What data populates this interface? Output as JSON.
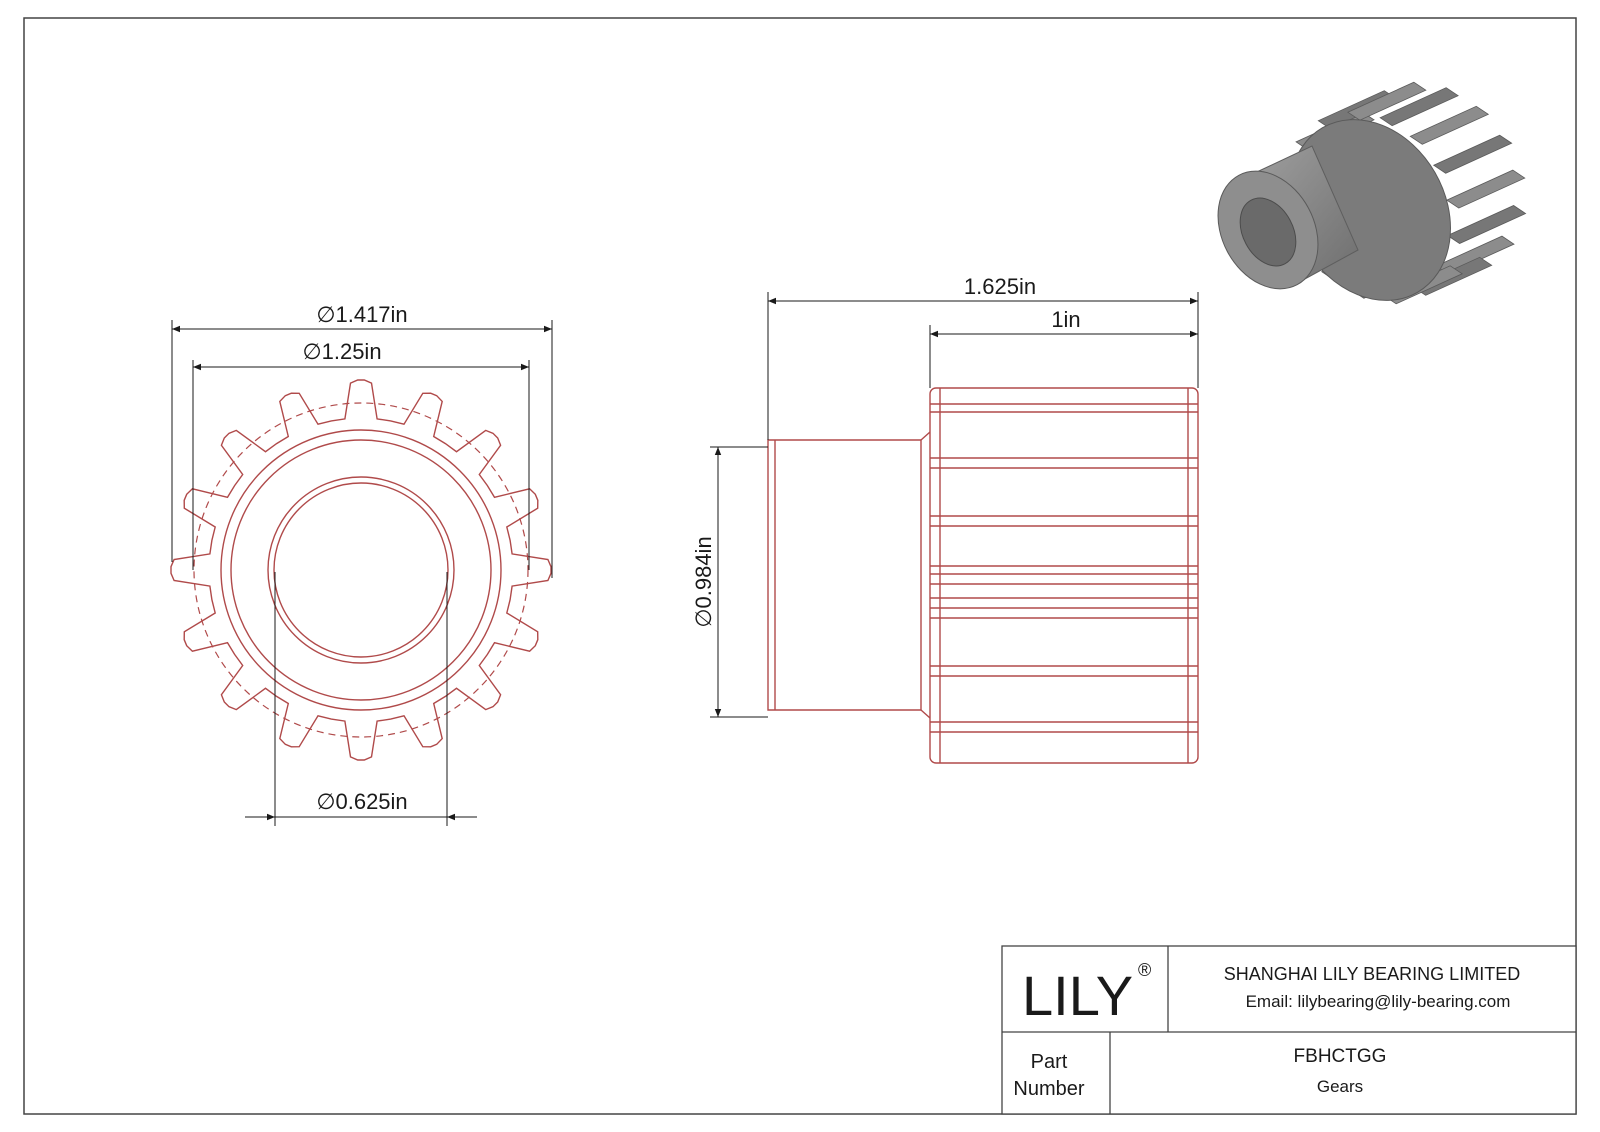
{
  "drawing": {
    "dimensions": {
      "outer_diameter": "1.417in",
      "pitch_diameter": "1.25in",
      "bore_diameter": "0.625in",
      "overall_length": "1.625in",
      "face_width": "1in",
      "hub_diameter": "0.984in"
    },
    "diameter_symbol": "∅",
    "gear_teeth": 16
  },
  "title_block": {
    "logo_text": "LILY",
    "registered_mark": "®",
    "company_name": "SHANGHAI LILY BEARING LIMITED",
    "email": "Email: lilybearing@lily-bearing.com",
    "part_label_line1": "Part",
    "part_label_line2": "Number",
    "part_number": "FBHCTGG",
    "part_category": "Gears"
  },
  "colors": {
    "line": "#b04a4a",
    "dim_line": "#1a1a1a",
    "border": "#444444",
    "render_gray": "#8a8a8a"
  }
}
